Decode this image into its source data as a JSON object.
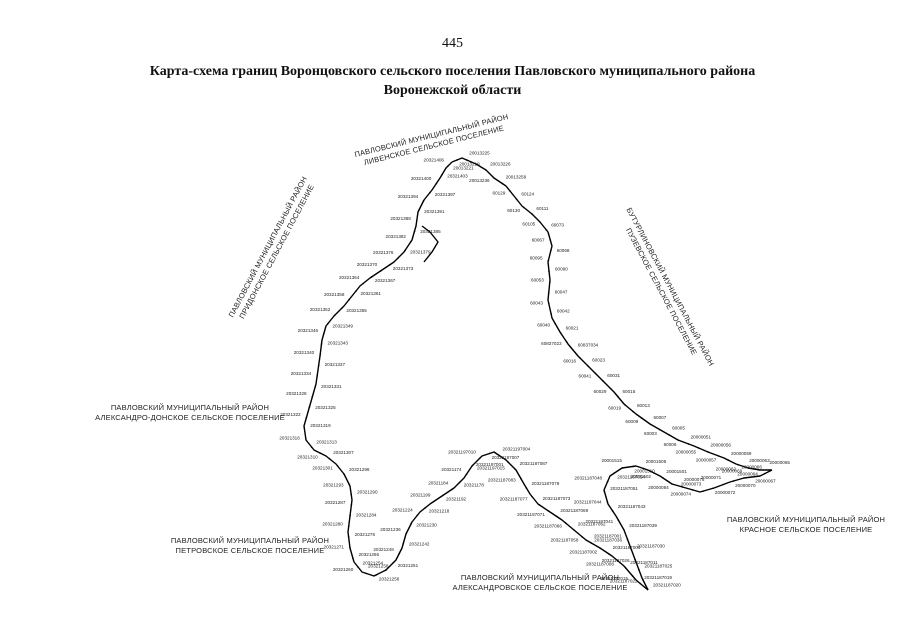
{
  "page_number": "445",
  "title": {
    "line1": "Карта-схема границ Воронцовского сельского поселения Павловского муниципального района",
    "line2": "Воронежской области"
  },
  "regions": {
    "top": {
      "line1": "ПАВЛОВСКИЙ МУНИЦИПАЛЬНЫЙ РАЙОН",
      "line2": "ЛИВЕНСКОЕ СЕЛЬСКОЕ ПОСЕЛЕНИЕ"
    },
    "upper_left": {
      "line1": "ПАВЛОВСКИЙ МУНИЦИПАЛЬНЫЙ РАЙОН",
      "line2": "ПРИДОНСКОЕ СЕЛЬСКОЕ ПОСЕЛЕНИЕ"
    },
    "right": {
      "line1": "БУТУРЛИНОВСКИЙ МУНИЦИПАЛЬНЫЙ РАЙОН",
      "line2": "ПУЗЕВСКОЕ СЕЛЬСКОЕ ПОСЕЛЕНИЕ"
    },
    "left": {
      "line1": "ПАВЛОВСКИЙ МУНИЦИПАЛЬНЫЙ РАЙОН",
      "line2": "АЛЕКСАНДРО-ДОНСКОЕ СЕЛЬСКОЕ ПОСЕЛЕНИЕ"
    },
    "lower_left": {
      "line1": "ПАВЛОВСКИЙ МУНИЦИПАЛЬНЫЙ РАЙОН",
      "line2": "ПЕТРОВСКОЕ СЕЛЬСКОЕ ПОСЕЛЕНИЕ"
    },
    "lower_right": {
      "line1": "ПАВЛОВСКИЙ МУНИЦИПАЛЬНЫЙ РАЙОН",
      "line2": "КРАСНОЕ СЕЛЬСКОЕ ПОСЕЛЕНИЕ"
    },
    "bottom": {
      "line1": "ПАВЛОВСКИЙ МУНИЦИПАЛЬНЫЙ РАЙОН",
      "line2": "АЛЕКСАНДРОВСКОЕ СЕЛЬСКОЕ ПОСЕЛЕНИЕ"
    }
  },
  "point_labels": [
    "20013219",
    "20013225",
    "20013221",
    "20013226",
    "20013236",
    "20013258",
    "60129",
    "60124",
    "60130",
    "60111",
    "60105",
    "60073",
    "60067",
    "60068",
    "60095",
    "60090",
    "60053",
    "60047",
    "60043",
    "60042",
    "60040",
    "60021",
    "60837023",
    "60837034",
    "60016",
    "60023",
    "60041",
    "60031",
    "60029",
    "60015",
    "60019",
    "60013",
    "60009",
    "60007",
    "60003",
    "60005",
    "60006",
    "20000051",
    "20000055",
    "20000056",
    "20000057",
    "20000059",
    "20000062",
    "20000063",
    "20000064",
    "20000065",
    "20000066",
    "20000067",
    "20000069",
    "20000070",
    "20000071",
    "20000072",
    "20000073",
    "20000074",
    "20000076",
    "20000084",
    "20001501",
    "20001502",
    "20001508",
    "20001510",
    "20001515",
    "20321187054",
    "20321187048",
    "20321187051",
    "20321187044",
    "20321187043",
    "20321187041",
    "20321187039",
    "20321187036",
    "20321187030",
    "20321187026",
    "20321187025",
    "20321187022",
    "20321187020",
    "20321187019",
    "20321187015",
    "20321187011",
    "20321187008",
    "20321187004",
    "20321187002",
    "20321187001",
    "20321187058",
    "20321187062",
    "20321187066",
    "20321187069",
    "20321187071",
    "20321187073",
    "20321187077",
    "20321187079",
    "20321187083",
    "20321187087",
    "20321197001",
    "20321197004",
    "20321197007",
    "20321197010",
    "20321197015",
    "20321174",
    "20321178",
    "20321184",
    "20321192",
    "20321199",
    "20321218",
    "20321224",
    "20321230",
    "20321236",
    "20321242",
    "20321248",
    "20321251",
    "20321254",
    "20321256",
    "20321258",
    "20321260",
    "20321266",
    "20321271",
    "20321276",
    "20321280",
    "20321284",
    "20321287",
    "20321290",
    "20321293",
    "20321296",
    "20321301",
    "20321307",
    "20321310",
    "20321313",
    "20321316",
    "20321319",
    "20321322",
    "20321325",
    "20321328",
    "20321331",
    "20321334",
    "20321337",
    "20321340",
    "20321343",
    "20321346",
    "20321349",
    "20321352",
    "20321355",
    "20321358",
    "20321361",
    "20321364",
    "20321367",
    "20321370",
    "20321373",
    "20321376",
    "20321379",
    "20321382",
    "20321385",
    "20321388",
    "20321391",
    "20321394",
    "20321397",
    "20321400",
    "20321403",
    "20321406"
  ]
}
